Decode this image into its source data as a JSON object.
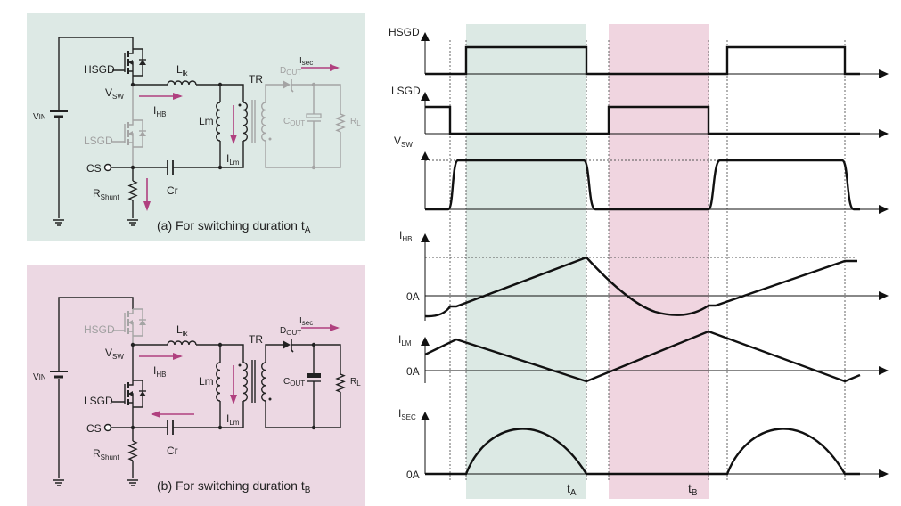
{
  "colors": {
    "panel_a_bg": "#dde9e5",
    "panel_b_bg": "#ecd8e3",
    "band_a": "#dce9e4",
    "band_b": "#f0d5e0",
    "wire_active": "#222222",
    "wire_inactive": "#a4a4a4",
    "current_arrow": "#b0407f"
  },
  "circuit_a": {
    "vin": "V",
    "vin_sub": "IN",
    "hsgd": "HSGD",
    "lsgd": "LSGD",
    "vsw": "V",
    "vsw_sub": "SW",
    "ihb": "I",
    "ihb_sub": "HB",
    "llk": "L",
    "llk_sub": "lk",
    "lm": "Lm",
    "ilm": "I",
    "ilm_sub": "Lm",
    "tr": "TR",
    "dout": "D",
    "dout_sub": "OUT",
    "isec": "I",
    "isec_sub": "sec",
    "cout": "C",
    "cout_sub": "OUT",
    "rl": "R",
    "rl_sub": "L",
    "cs": "CS",
    "rshunt": "R",
    "rshunt_sub": "Shunt",
    "cr": "Cr",
    "caption": "(a) For switching duration t",
    "caption_sub": "A"
  },
  "circuit_b": {
    "vin": "V",
    "vin_sub": "IN",
    "hsgd": "HSGD",
    "lsgd": "LSGD",
    "vsw": "V",
    "vsw_sub": "SW",
    "ihb": "I",
    "ihb_sub": "HB",
    "llk": "L",
    "llk_sub": "lk",
    "lm": "Lm",
    "ilm": "I",
    "ilm_sub": "Lm",
    "tr": "TR",
    "dout": "D",
    "dout_sub": "OUT",
    "isec": "I",
    "isec_sub": "sec",
    "cout": "C",
    "cout_sub": "OUT",
    "rl": "R",
    "rl_sub": "L",
    "cs": "CS",
    "rshunt": "R",
    "rshunt_sub": "Shunt",
    "cr": "Cr",
    "caption": "(b) For switching duration t",
    "caption_sub": "B"
  },
  "waveforms": {
    "hsgd": "HSGD",
    "lsgd": "LSGD",
    "vsw": "V",
    "vsw_sub": "SW",
    "ihb": "I",
    "ihb_sub": "HB",
    "ilm": "I",
    "ilm_sub": "LM",
    "isec": "I",
    "isec_sub": "SEC",
    "zero_ihb": "0A",
    "zero_ilm": "0A",
    "zero_isec": "0A",
    "ta": "t",
    "ta_sub": "A",
    "tb": "t",
    "tb_sub": "B"
  }
}
